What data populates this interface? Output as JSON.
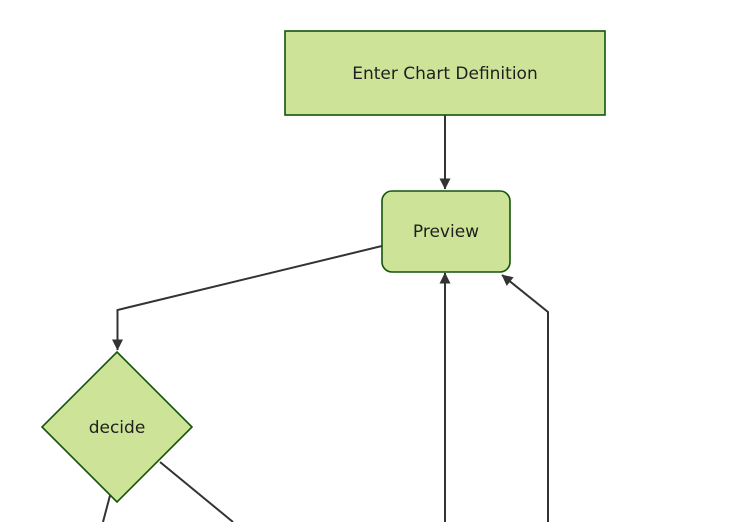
{
  "diagram": {
    "kind": "flowchart",
    "direction": "top-down",
    "nodes": [
      {
        "id": "enter-chart-definition",
        "label": "Enter Chart Definition",
        "shape": "rectangle"
      },
      {
        "id": "preview",
        "label": "Preview",
        "shape": "rounded-rectangle"
      },
      {
        "id": "decide",
        "label": "decide",
        "shape": "diamond"
      }
    ],
    "edges": [
      {
        "from": "Enter Chart Definition",
        "to": "Preview",
        "arrowhead": true
      },
      {
        "from": "Preview",
        "to": "decide",
        "arrowhead": true
      },
      {
        "from": "off-screen bottom",
        "to": "Preview",
        "arrowhead": true
      },
      {
        "from": "off-screen bottom",
        "to": "Preview",
        "arrowhead": true
      },
      {
        "from": "decide",
        "to": "off-screen bottom",
        "arrowhead": false
      },
      {
        "from": "decide",
        "to": "off-screen bottom",
        "arrowhead": false
      }
    ]
  },
  "theme": {
    "node_fill": "#cde498",
    "node_border": "#13540c",
    "edge_color": "#333333",
    "text_color": "#1f1f1f",
    "background": "#ffffff"
  }
}
